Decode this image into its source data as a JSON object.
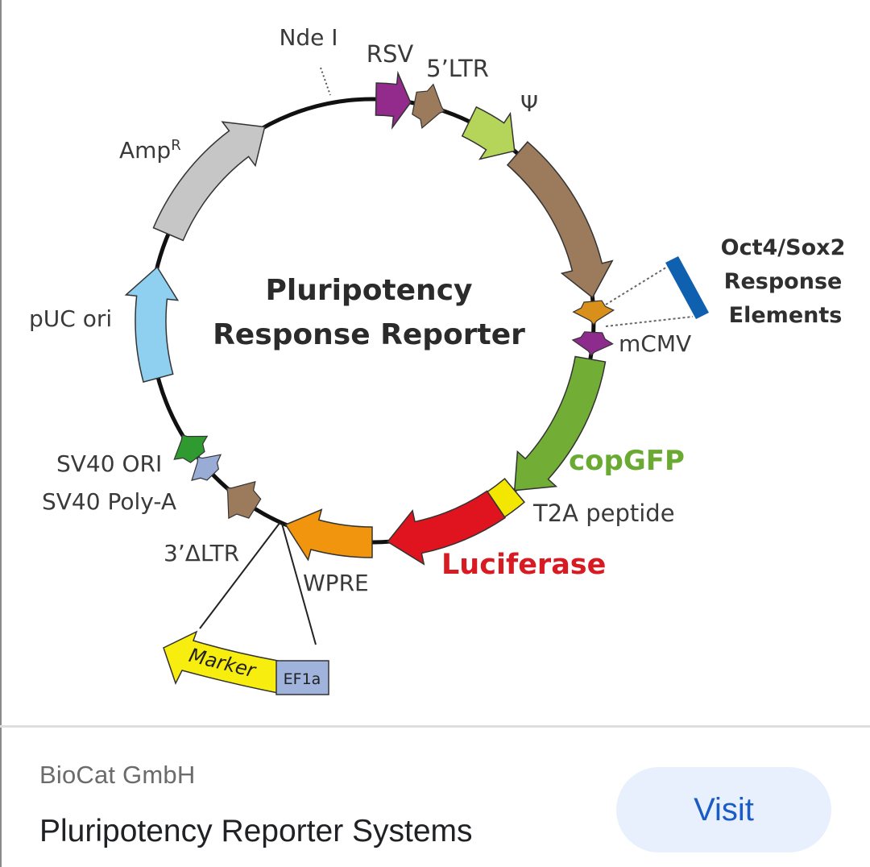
{
  "diagram": {
    "center_title_line1": "Pluripotency",
    "center_title_line2": "Response Reporter",
    "features": [
      {
        "id": "rsv",
        "label": "RSV",
        "color": "#922b8c",
        "kind": "arrow",
        "direction": "cw"
      },
      {
        "id": "ltr5",
        "label": "5’LTR",
        "color": "#9c7a5c",
        "kind": "star",
        "direction": "cw"
      },
      {
        "id": "psi",
        "label": "Ψ",
        "color": "#b5d55a",
        "kind": "arrow",
        "direction": "cw"
      },
      {
        "id": "gag",
        "label": "",
        "color": "#9c7a5c",
        "kind": "arrow",
        "direction": "cw"
      },
      {
        "id": "oct4",
        "label": "",
        "color": "#d8901a",
        "kind": "star",
        "direction": "cw"
      },
      {
        "id": "mcmv",
        "label": "mCMV",
        "color": "#8e2c8e",
        "kind": "star",
        "direction": "cw"
      },
      {
        "id": "copgfp",
        "label": "copGFP",
        "color": "#72ad35",
        "kind": "arrow",
        "direction": "cw"
      },
      {
        "id": "t2a",
        "label": "T2A peptide",
        "color": "#f3e600",
        "kind": "box",
        "direction": "cw"
      },
      {
        "id": "luc",
        "label": "Luciferase",
        "color": "#e0141e",
        "kind": "arrow",
        "direction": "cw"
      },
      {
        "id": "wpre",
        "label": "WPRE",
        "color": "#f0950d",
        "kind": "arrow",
        "direction": "cw"
      },
      {
        "id": "ltr3",
        "label": "3’ΔLTR",
        "color": "#9c7a5c",
        "kind": "star",
        "direction": "cw"
      },
      {
        "id": "sv40pa",
        "label": "SV40  Poly-A",
        "color": "#98acd6",
        "kind": "star",
        "direction": "cw"
      },
      {
        "id": "sv40ori",
        "label": "SV40 ORI",
        "color": "#2f9a30",
        "kind": "star",
        "direction": "cw"
      },
      {
        "id": "puc",
        "label": "pUC ori",
        "color": "#8fd0f0",
        "kind": "arrow",
        "direction": "cw"
      },
      {
        "id": "ampr",
        "label": "AmpR",
        "color": "#c6c6c6",
        "kind": "arrow",
        "direction": "cw"
      }
    ],
    "site_label": "Nde I",
    "response_elements": {
      "line1": "Oct4/Sox2",
      "line2": "Response",
      "line3": "Elements",
      "color": "#1060b0"
    },
    "insert": {
      "marker_label": "Marker",
      "marker_color": "#f7ee10",
      "promoter_label": "EF1a",
      "promoter_color": "#9fb3dc"
    },
    "label_colors": {
      "copgfp": "#6aaa32",
      "luc": "#d81a22",
      "default": "#3a3a3a"
    }
  },
  "footer": {
    "source": "BioCat GmbH",
    "title": "Pluripotency Reporter Systems",
    "visit_label": "Visit"
  }
}
